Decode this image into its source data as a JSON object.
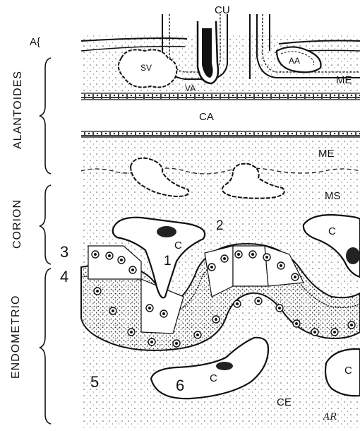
{
  "side_labels": {
    "a": "A{",
    "alantoides": "ALANTOIDES",
    "corion": "CORION",
    "endometrio": "ENDOMETRIO"
  },
  "structure_labels": {
    "cu": "CU",
    "sv": "SV",
    "va": "VA",
    "aa": "AA",
    "me_top": "ME",
    "ca": "CA",
    "me_mid": "ME",
    "ms": "MS",
    "c1": "C",
    "c2": "C",
    "c3": "C",
    "c4": "C",
    "ce": "CE"
  },
  "numbers": {
    "n1": "1",
    "n2": "2",
    "n3": "3",
    "n4": "4",
    "n5": "5",
    "n6": "6"
  },
  "signature": "AR"
}
